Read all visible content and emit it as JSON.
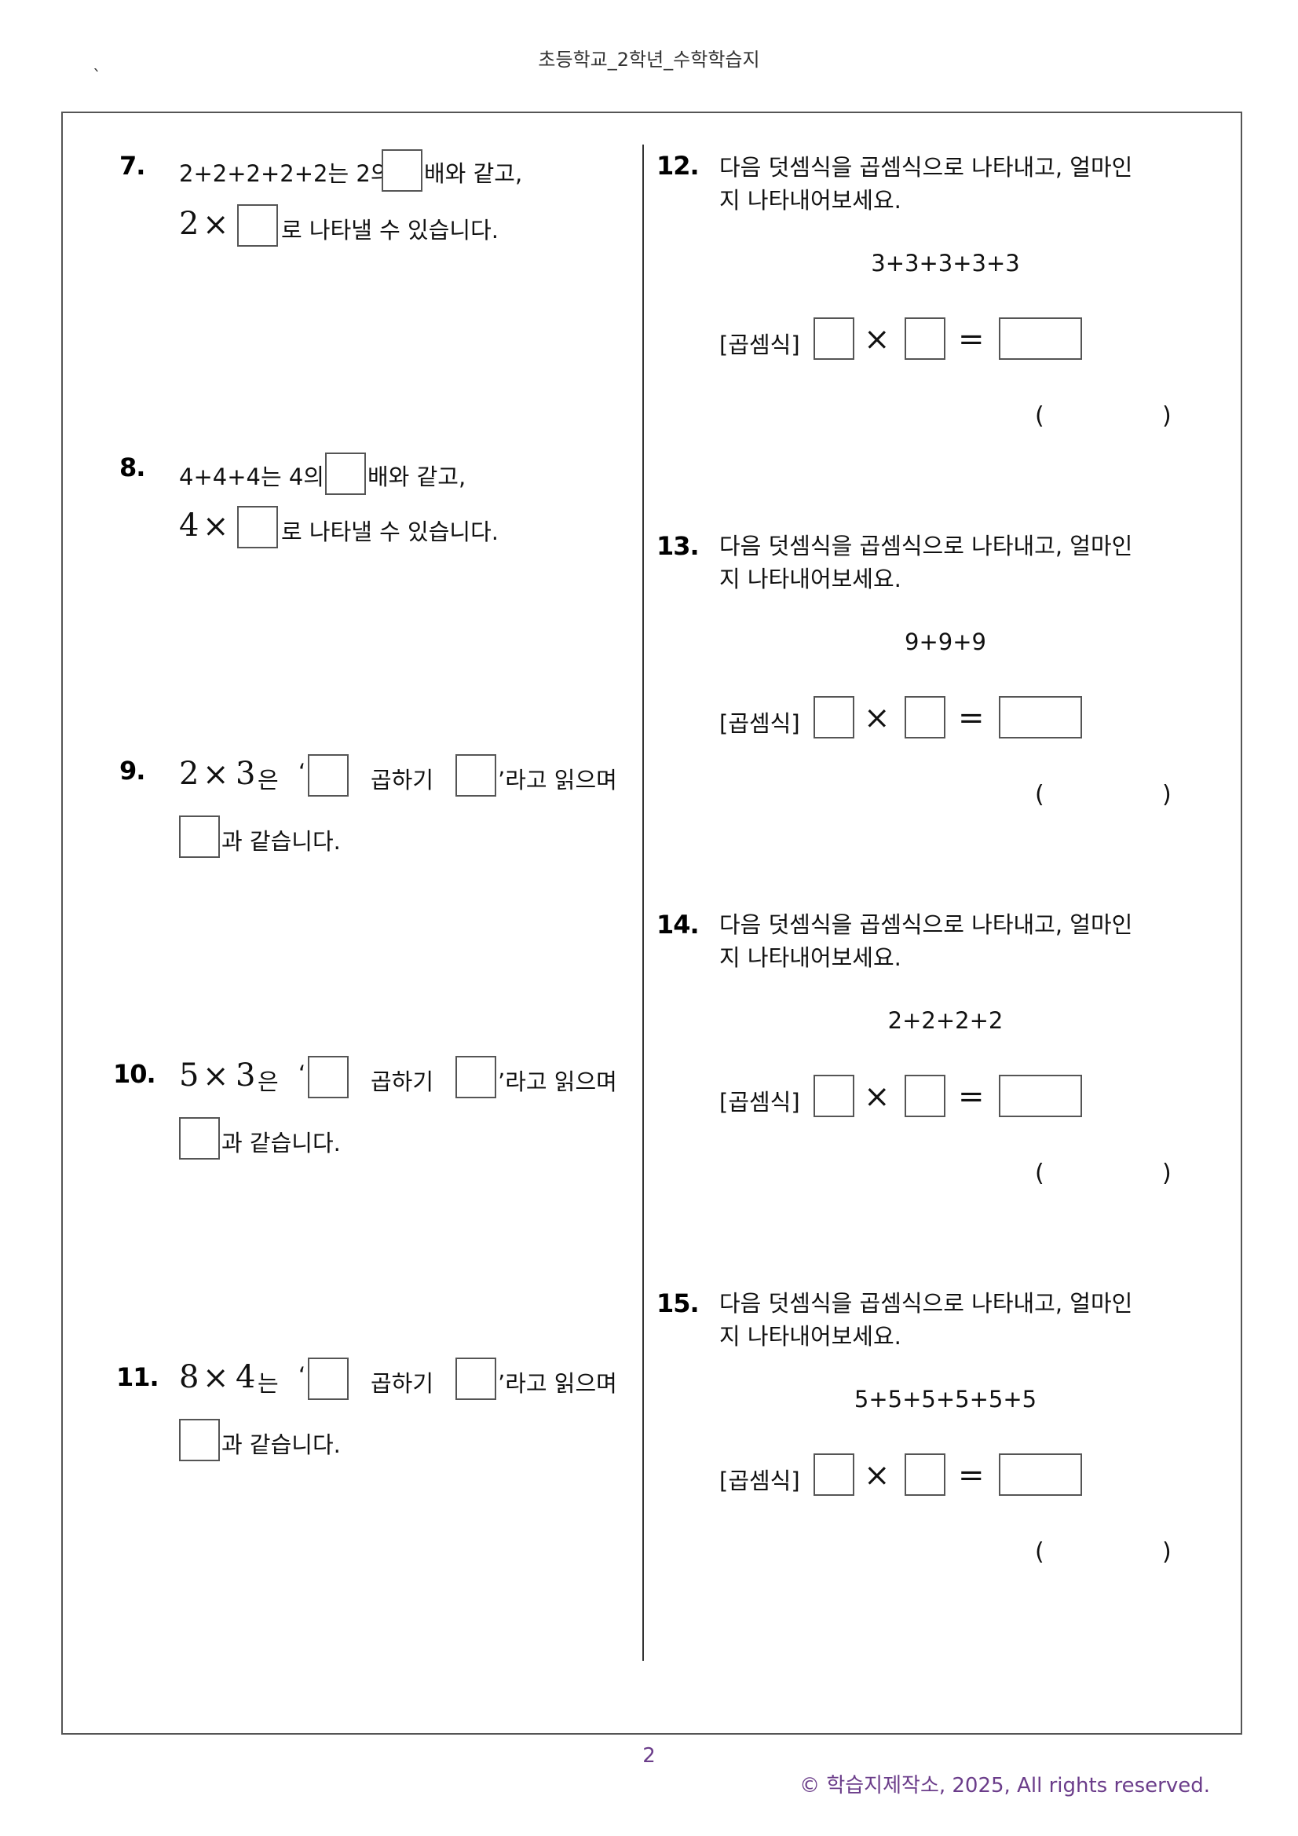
{
  "header": {
    "title": "초등학교_2학년_수학학습지",
    "tick_mark": "`"
  },
  "left": {
    "q7": {
      "num": "7.",
      "line1_a": "2+2+2+2+2는 2의",
      "line1_b": "배와 같고,",
      "line2_math": "2",
      "times": "×",
      "line2_b": "로 나타낼 수 있습니다."
    },
    "q8": {
      "num": "8.",
      "line1_a": "4+4+4는 4의",
      "line1_b": "배와 같고,",
      "line2_math": "4",
      "times": "×",
      "line2_b": "로 나타낼 수 있습니다."
    },
    "q9": {
      "num": "9.",
      "expr_a": "2",
      "times": "×",
      "expr_b": "3",
      "suffix": "은",
      "quote_open": "‘",
      "mid": "곱하기",
      "quote_close": "’라고 읽으며",
      "line2": "과 같습니다."
    },
    "q10": {
      "num": "10.",
      "expr_a": "5",
      "times": "×",
      "expr_b": "3",
      "suffix": "은",
      "quote_open": "‘",
      "mid": "곱하기",
      "quote_close": "’라고 읽으며",
      "line2": "과 같습니다."
    },
    "q11": {
      "num": "11.",
      "expr_a": "8",
      "times": "×",
      "expr_b": "4",
      "suffix": "는",
      "quote_open": "‘",
      "mid": "곱하기",
      "quote_close": "’라고 읽으며",
      "line2": "과 같습니다."
    }
  },
  "right": {
    "instruction_line1": "다음 덧셈식을 곱셈식으로 나타내고, 얼마인",
    "instruction_line2": "지 나타내어보세요.",
    "label": "[곱셈식]",
    "times": "×",
    "equals": "=",
    "paren_open": "(",
    "paren_close": ")",
    "q12": {
      "num": "12.",
      "expr": "3+3+3+3+3"
    },
    "q13": {
      "num": "13.",
      "expr": "9+9+9"
    },
    "q14": {
      "num": "14.",
      "expr": "2+2+2+2"
    },
    "q15": {
      "num": "15.",
      "expr": "5+5+5+5+5+5"
    }
  },
  "footer": {
    "page": "2",
    "copyright": "©  학습지제작소, 2025, All rights reserved."
  },
  "colors": {
    "footer": "#6b3d8a",
    "border": "#555555"
  }
}
